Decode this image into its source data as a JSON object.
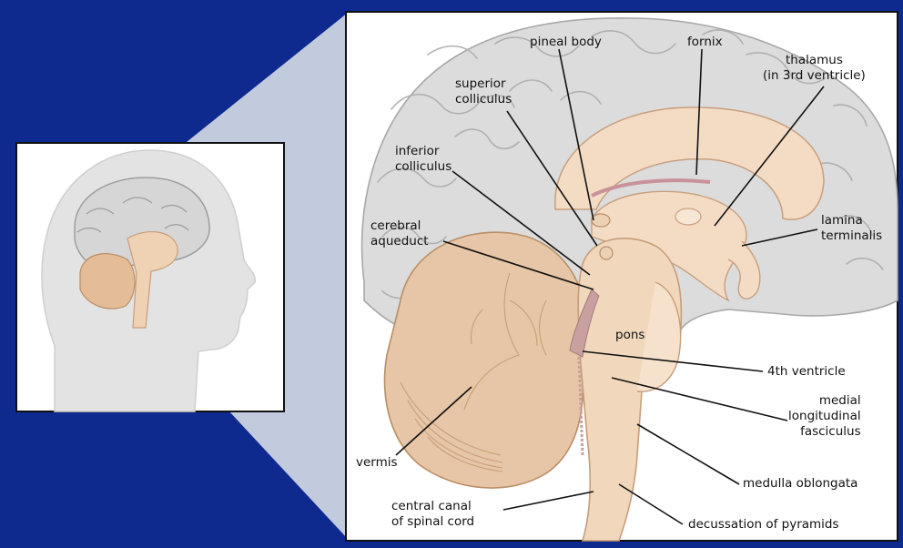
{
  "colors": {
    "background": "#0e2a8e",
    "panel": "#ffffff",
    "cerebrum": "#dcdcdc",
    "gyri_lines": "#b5b5b5",
    "brainstem": "#f1d8bd",
    "cerebellum": "#dfb593",
    "ventricle": "#c8a0a0",
    "leader_lines": "#111111"
  },
  "labels": {
    "pineal_body": "pineal body",
    "fornix": "fornix",
    "thalamus": "thalamus\n(in 3rd ventricle)",
    "superior_colliculus": "superior\ncolliculus",
    "inferior_colliculus": "inferior\ncolliculus",
    "cerebral_aqueduct": "cerebral\naqueduct",
    "lamina_terminalis": "lamina\nterminalis",
    "pons": "pons",
    "fourth_ventricle": "4th ventricle",
    "medial_longitudinal_fasciculus": "medial\nlongitudinal\nfasciculus",
    "vermis": "vermis",
    "medulla_oblongata": "medulla oblongata",
    "central_canal": "central canal\nof spinal cord",
    "decussation_of_pyramids": "decussation of pyramids"
  }
}
